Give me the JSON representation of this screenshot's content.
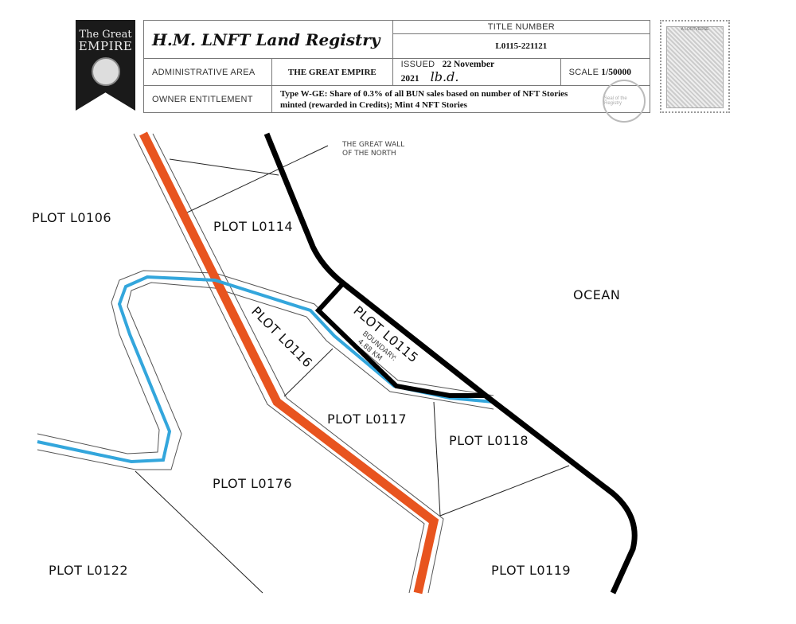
{
  "header": {
    "emblem": {
      "line1": "The Great",
      "line2": "EMPIRE"
    },
    "title": "H.M. LNFT Land Registry",
    "title_number_label": "TITLE NUMBER",
    "title_number": "L0115-221121",
    "admin_area_label": "ADMINISTRATIVE AREA",
    "admin_area": "THE GREAT EMPIRE",
    "issued_label": "ISSUED",
    "issued_date": "22 November 2021",
    "signature": "lb.d.",
    "scale_label": "SCALE",
    "scale": "1/50000",
    "owner_label": "OWNER ENTITLEMENT",
    "owner_entitlement": "Type W-GE: Share of 0.3% of all BUN sales based on number of NFT Stories minted (rewarded in Credits); Mint 4 NFT Stories",
    "stamp_text": "A LOOTVERSE",
    "seal_text": "Seal of the Registry"
  },
  "map": {
    "colors": {
      "road": "#e8541f",
      "river": "#33a6dc",
      "coast": "#000000"
    },
    "labels": {
      "wall_line1": "THE GREAT WALL",
      "wall_line2": "OF THE NORTH",
      "ocean": "OCEAN",
      "p0106": "PLOT L0106",
      "p0114": "PLOT L0114",
      "p0115": "PLOT L0115",
      "p0116": "PLOT L0116",
      "p0117": "PLOT L0117",
      "p0118": "PLOT L0118",
      "p0176": "PLOT L0176",
      "p0122": "PLOT L0122",
      "p0119": "PLOT L0119",
      "boundary_line1": "BOUNDARY:",
      "boundary_line2": "4.88 KM"
    }
  }
}
